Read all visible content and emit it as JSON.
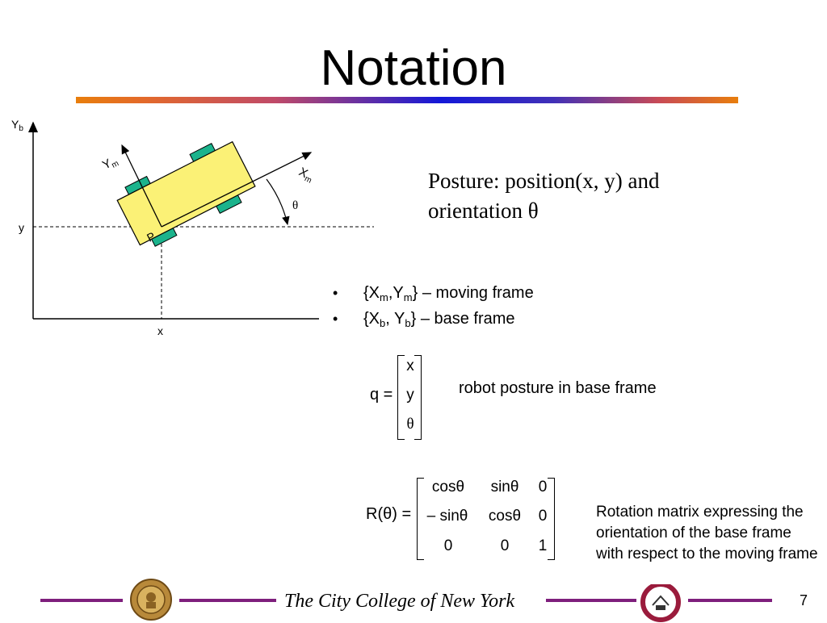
{
  "slide": {
    "title": "Notation",
    "page_number": "7",
    "footer": "The City College of New York"
  },
  "diagram": {
    "axis_yb": "Y",
    "axis_yb_sub": "b",
    "label_ym": "Y",
    "label_ym_sub": "m",
    "label_xm": "X",
    "label_xm_sub": "m",
    "label_theta": "θ",
    "label_y": "y",
    "label_x": "x",
    "label_p": "P"
  },
  "posture": {
    "line1": "Posture: position(x, y) and",
    "line2": "orientation θ"
  },
  "bullets": [
    {
      "open": "{X",
      "s1": "m",
      "mid": ",Y",
      "s2": "m",
      "rest": "} – moving frame"
    },
    {
      "open": "{X",
      "s1": "b",
      "mid": ", Y",
      "s2": "b",
      "rest": "} – base frame"
    }
  ],
  "q_eq": {
    "lhs": "q =",
    "entries": [
      "x",
      "y",
      "θ"
    ],
    "description": "robot posture in base frame"
  },
  "r_eq": {
    "lhs": "R(θ) =",
    "rows": [
      [
        "cosθ",
        "sinθ",
        "0"
      ],
      [
        "– sinθ",
        "cosθ",
        "0"
      ],
      [
        "0",
        "0",
        "1"
      ]
    ],
    "description": "Rotation matrix expressing the orientation of the base frame with respect to the moving frame"
  }
}
